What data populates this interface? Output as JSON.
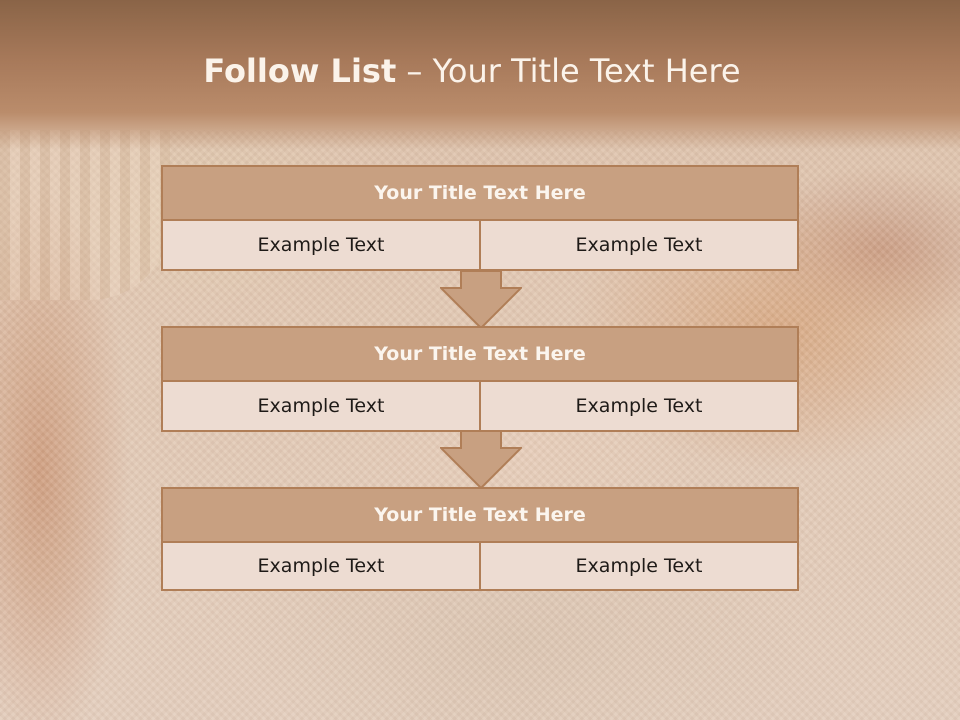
{
  "slide": {
    "title_bold": "Follow List",
    "title_rest": " – Your Title Text Here"
  },
  "blocks": [
    {
      "title": "Your Title Text Here",
      "cells": [
        "Example Text",
        "Example Text"
      ]
    },
    {
      "title": "Your Title Text Here",
      "cells": [
        "Example Text",
        "Example Text"
      ]
    },
    {
      "title": "Your Title Text Here",
      "cells": [
        "Example Text",
        "Example Text"
      ]
    }
  ],
  "colors": {
    "header_band": "#a7795a",
    "block_header_fill": "#c8a081",
    "block_border": "#b07e57",
    "cell_fill": "#eddcd2",
    "arrow_fill": "#c8a081"
  },
  "icons": {
    "arrow": "down-arrow-icon"
  }
}
